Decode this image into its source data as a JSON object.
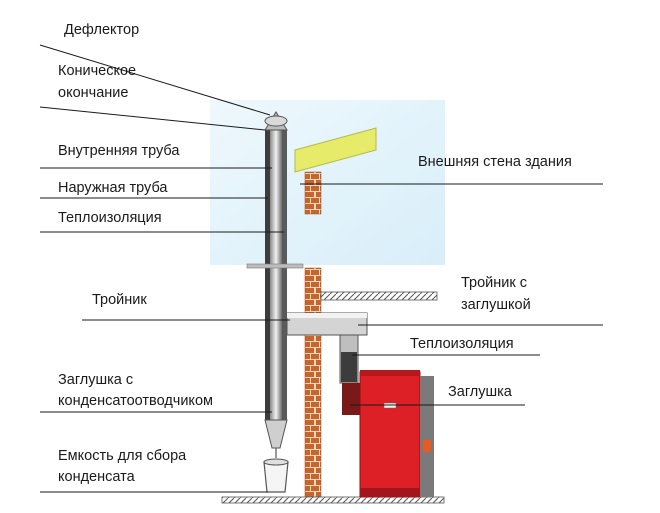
{
  "labels": {
    "deflector": "Дефлектор",
    "conical_line1": "Коническое",
    "conical_line2": "окончание",
    "inner_pipe": "Внутренняя труба",
    "outer_pipe": "Наружная труба",
    "insulation_left": "Теплоизоляция",
    "tee": "Тройник",
    "plug_drain_line1": "Заглушка с",
    "plug_drain_line2": "конденсатоотводчиком",
    "tank_line1": "Емкость для сбора",
    "tank_line2": "конденсата",
    "outer_wall": "Внешняя стена здания",
    "tee_plug_line1": "Тройник с",
    "tee_plug_line2": "заглушкой",
    "insulation_right": "Теплоизоляция",
    "plug": "Заглушка"
  },
  "colors": {
    "pipe_dark": "#3c3c3c",
    "pipe_light": "#d4d4d4",
    "brick": "#c8642e",
    "mortar": "#f2d8b6",
    "roof_panel": "#e6ec6a",
    "boiler_red": "#dd1f26",
    "sky": "#e4f3fb"
  }
}
